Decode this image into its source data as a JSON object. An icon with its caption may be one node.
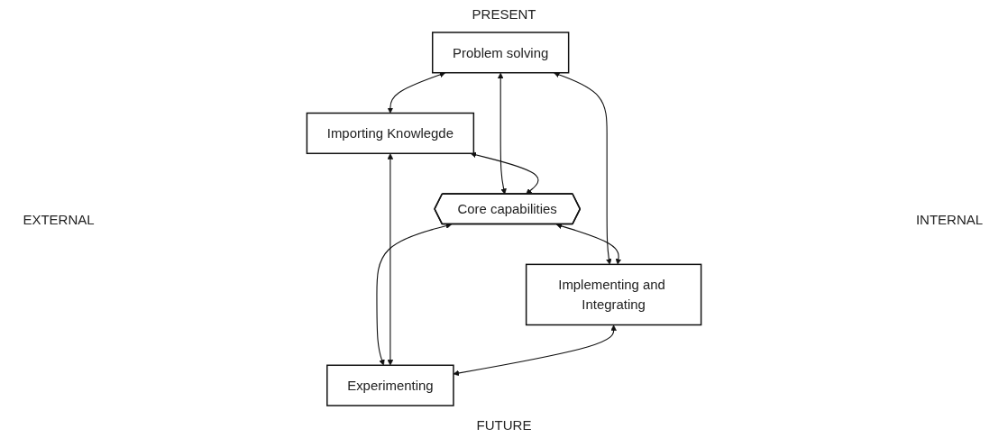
{
  "diagram": {
    "nodes": [
      {
        "text": [
          "Problem solving"
        ]
      },
      {
        "text": [
          "Importing Knowlegde"
        ]
      },
      {
        "text": [
          "Core capabilities"
        ]
      },
      {
        "text": [
          "Implementing and Integrating"
        ]
      },
      {
        "text": [
          "Experimenting"
        ]
      }
    ],
    "edges": [
      {
        "from": 0,
        "to": 1,
        "arrow": "both"
      },
      {
        "from": 0,
        "to": 3,
        "arrow": "both"
      },
      {
        "from": 0,
        "to": 2,
        "arrow": "both"
      },
      {
        "from": 1,
        "to": 2,
        "arrow": "both"
      },
      {
        "from": 2,
        "to": 3,
        "arrow": "both"
      },
      {
        "from": 2,
        "to": 4,
        "arrow": "both"
      },
      {
        "from": 1,
        "to": 4,
        "arrow": "both"
      },
      {
        "from": 3,
        "to": 4,
        "arrow": "both"
      }
    ],
    "labels": [
      "PRESENT",
      "EXTERNAL",
      "INTERNAL",
      "FUTURE"
    ]
  }
}
